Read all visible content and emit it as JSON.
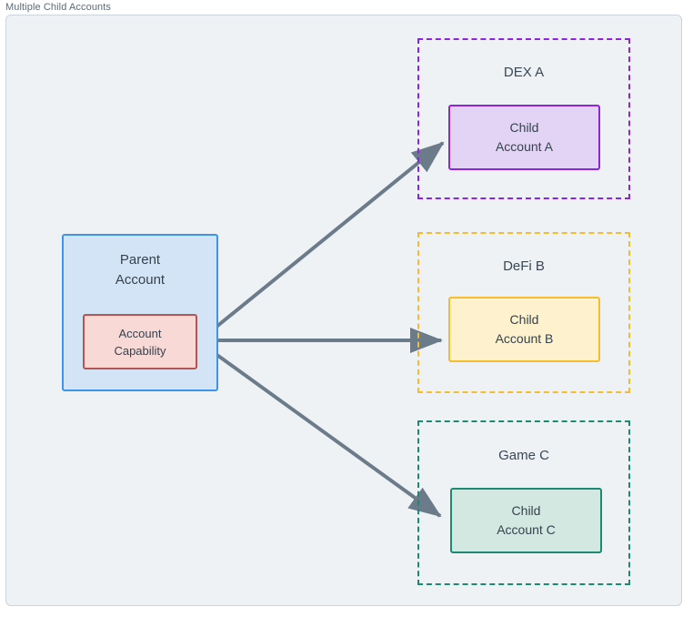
{
  "diagram": {
    "title": "Multiple Child Accounts",
    "parent": {
      "title_line1": "Parent",
      "title_line2": "Account",
      "capability_line1": "Account",
      "capability_line2": "Capability"
    },
    "groups": [
      {
        "label": "DEX A",
        "child_line1": "Child",
        "child_line2": "Account A",
        "accent": "#8e24e0",
        "fill": "#e3d4f5"
      },
      {
        "label": "DeFi B",
        "child_line1": "Child",
        "child_line2": "Account B",
        "accent": "#f5bc2e",
        "fill": "#fdf2cd"
      },
      {
        "label": "Game C",
        "child_line1": "Child",
        "child_line2": "Account C",
        "accent": "#1a8a72",
        "fill": "#d3e8e0"
      }
    ],
    "colors": {
      "canvas_background": "#eef2f5",
      "frame_border": "#c9d4dd",
      "parent_border": "#3d94e8",
      "parent_fill": "#d4e4f7",
      "capability_border": "#b85450",
      "capability_fill": "#f8d9d6",
      "arrow": "#6b7b89",
      "text": "#36424e",
      "title_text": "#5b6b7c"
    },
    "connections": [
      {
        "name": "parent-to-child-a",
        "from": "account-capability",
        "to": "child-account-a"
      },
      {
        "name": "parent-to-child-b",
        "from": "account-capability",
        "to": "child-account-b"
      },
      {
        "name": "parent-to-child-c",
        "from": "account-capability",
        "to": "child-account-c"
      }
    ]
  }
}
